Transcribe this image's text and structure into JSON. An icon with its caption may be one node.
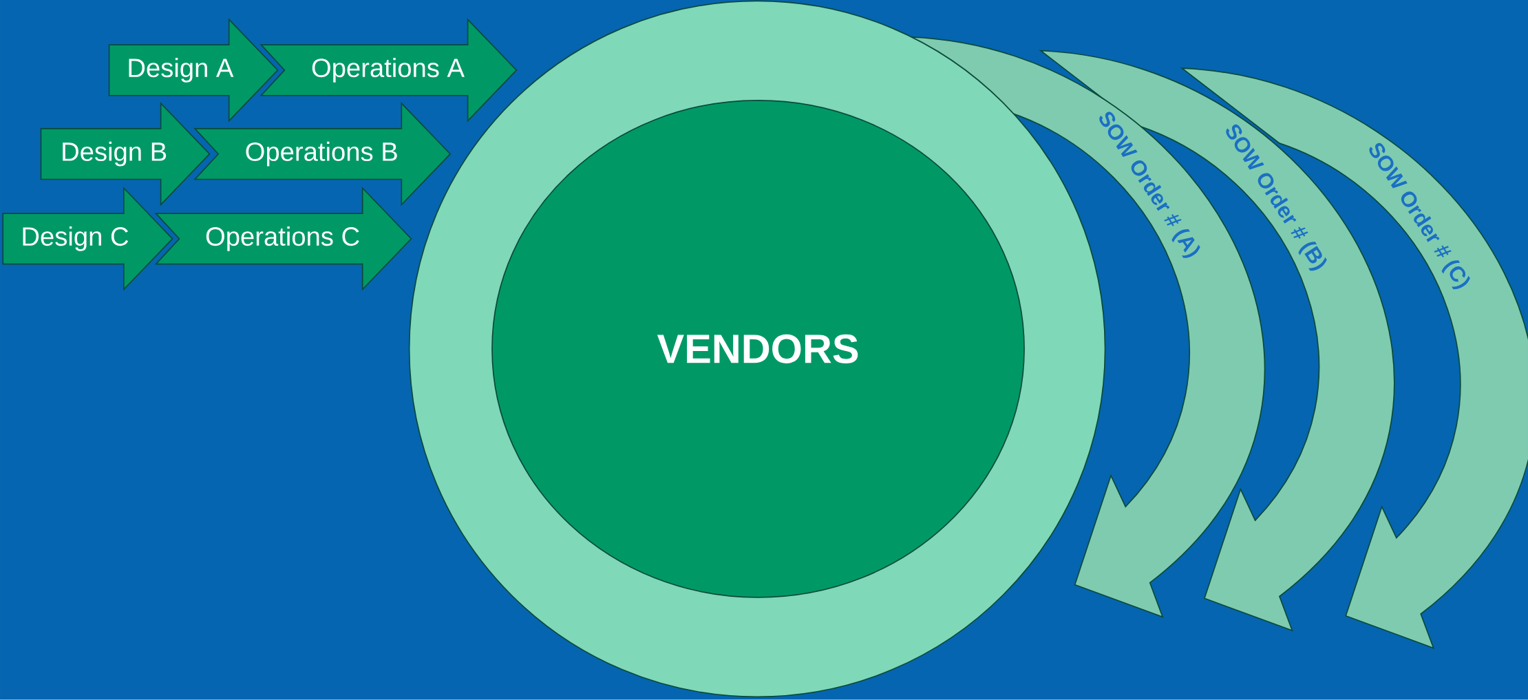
{
  "diagram": {
    "nodes": [
      {
        "text": [
          "Design A"
        ]
      },
      {
        "text": [
          "Operations A"
        ]
      },
      {
        "text": [
          "Design B"
        ]
      },
      {
        "text": [
          "Operations B"
        ]
      },
      {
        "text": [
          "Design C"
        ]
      },
      {
        "text": [
          "Operations C"
        ]
      },
      {
        "text": [],
        "shape": "circle"
      },
      {
        "text": [
          "VENDORS"
        ],
        "in": 6
      },
      {
        "text": [
          "SOW Order # (A)"
        ]
      },
      {
        "text": [
          "SOW Order # (B)"
        ]
      },
      {
        "text": [
          "SOW Order # (C)"
        ]
      }
    ]
  }
}
